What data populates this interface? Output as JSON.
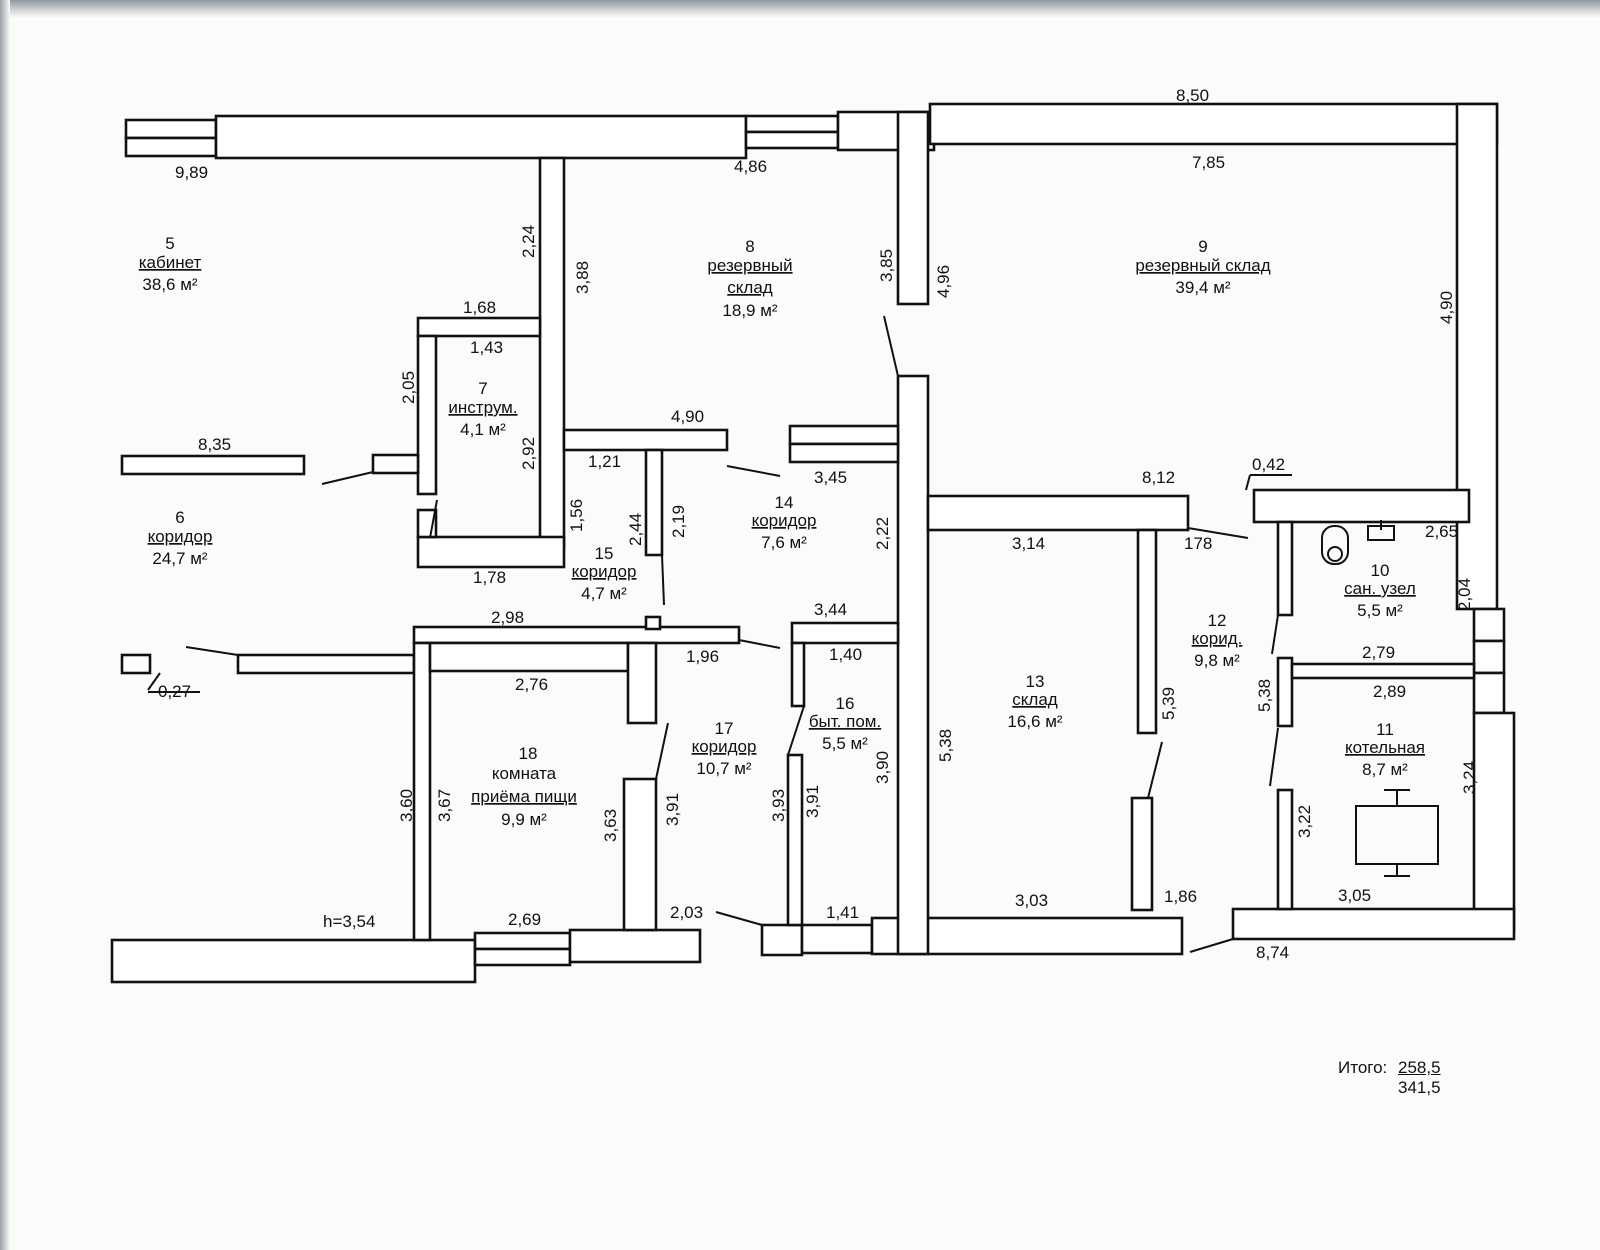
{
  "rooms": [
    {
      "no": "5",
      "name": "кабинет",
      "area": "38,6 м²"
    },
    {
      "no": "6",
      "name": "коридор",
      "area": "24,7 м²"
    },
    {
      "no": "7",
      "name": "инструм.",
      "area": "4,1 м²"
    },
    {
      "no": "8",
      "name": "резервный",
      "name2": "склад",
      "area": "18,9 м²"
    },
    {
      "no": "9",
      "name": "резервный склад",
      "area": "39,4 м²"
    },
    {
      "no": "10",
      "name": "сан. узел",
      "area": "5,5 м²"
    },
    {
      "no": "11",
      "name": "котельная",
      "area": "8,7 м²"
    },
    {
      "no": "12",
      "name": "корид.",
      "area": "9,8 м²"
    },
    {
      "no": "13",
      "name": "склад",
      "area": "16,6 м²"
    },
    {
      "no": "14",
      "name": "коридор",
      "area": "7,6 м²"
    },
    {
      "no": "15",
      "name": "коридор",
      "area": "4,7 м²"
    },
    {
      "no": "16",
      "name": "быт. пом.",
      "area": "5,5 м²"
    },
    {
      "no": "17",
      "name": "коридор",
      "area": "10,7 м²"
    },
    {
      "no": "18",
      "name": "комната",
      "name2": "приёма пищи",
      "area": "9,9 м²"
    }
  ],
  "dimensions": {
    "d850": "8,50",
    "d989": "9,89",
    "d486": "4,86",
    "d785": "7,85",
    "d224": "2,24",
    "d388": "3,88",
    "d385": "3,85",
    "d496": "4,96",
    "d490a": "4,90",
    "d168": "1,68",
    "d143": "1,43",
    "d205": "2,05",
    "d292": "2,92",
    "d490b": "4,90",
    "d835": "8,35",
    "d121": "1,21",
    "d345": "3,45",
    "d812": "8,12",
    "d042": "0,42",
    "d156": "1,56",
    "d244": "2,44",
    "d219": "2,19",
    "d222": "2,22",
    "d314": "3,14",
    "d178a": "178",
    "d265": "2,65",
    "d204": "2,04",
    "d178b": "1,78",
    "d298": "2,98",
    "d344": "3,44",
    "d279": "2,79",
    "d289": "2,89",
    "d027": "0,27",
    "d196": "1,96",
    "d140": "1,40",
    "d276": "2,76",
    "d538a": "5,38",
    "d539": "5,39",
    "d538b": "5,38",
    "d360": "3,60",
    "d367": "3,67",
    "d363": "3,63",
    "d391a": "3,91",
    "d393": "3,93",
    "d391b": "3,91",
    "d390": "3,90",
    "d322": "3,22",
    "d324": "3,24",
    "h": "h=3,54",
    "d269": "2,69",
    "d203": "2,03",
    "d141": "1,41",
    "d303": "3,03",
    "d186": "1,86",
    "d305": "3,05",
    "d874": "8,74"
  },
  "totals": {
    "label": "Итого:",
    "value1": "258,5",
    "value2": "341,5"
  }
}
